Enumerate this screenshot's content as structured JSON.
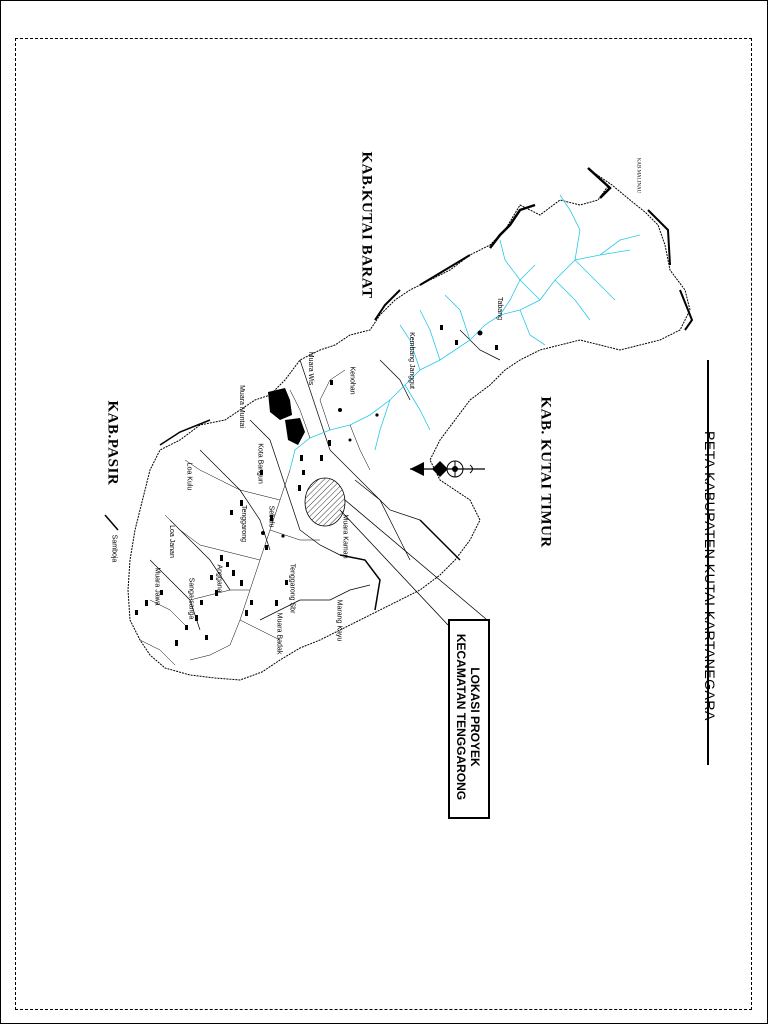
{
  "title": "PETA KABUPATEN KUTAI KARTANEGARA",
  "regions": {
    "west": "KAB.KUTAI BARAT",
    "east": "KAB. KUTAI TIMUR",
    "south": "KAB.PASIR",
    "north_east": "KAB.MALINAU"
  },
  "project_location": {
    "line1": "LOKASI PROYEK",
    "line2": "KECAMATAN TENGGARONG"
  },
  "places": {
    "tabang": "Tabang",
    "kembang_janggut": "Kembang Janggut",
    "kenohan": "Kenohan",
    "muara_wis": "Muara Wis",
    "muara_muntai": "Muara Muntai",
    "kota_bangun": "Kota Bangun",
    "loa_kulu": "Loa Kulu",
    "tenggarong": "Tenggarong",
    "sebulu": "Sebulu",
    "muara_kaman": "Muara Kaman",
    "tenggarong_sbr": "Tenggarong Sbr",
    "marang_kayu": "Marang Kayu",
    "muara_badak": "Muara Badak",
    "loa_janan": "Loa Janan",
    "samboja": "Samboja",
    "muara_jawa": "Muara Jawa",
    "sanga_sanga": "Sanga-sanga",
    "anggana": "Anggana"
  },
  "colors": {
    "river": "#29c8e8",
    "ink": "#000000"
  }
}
